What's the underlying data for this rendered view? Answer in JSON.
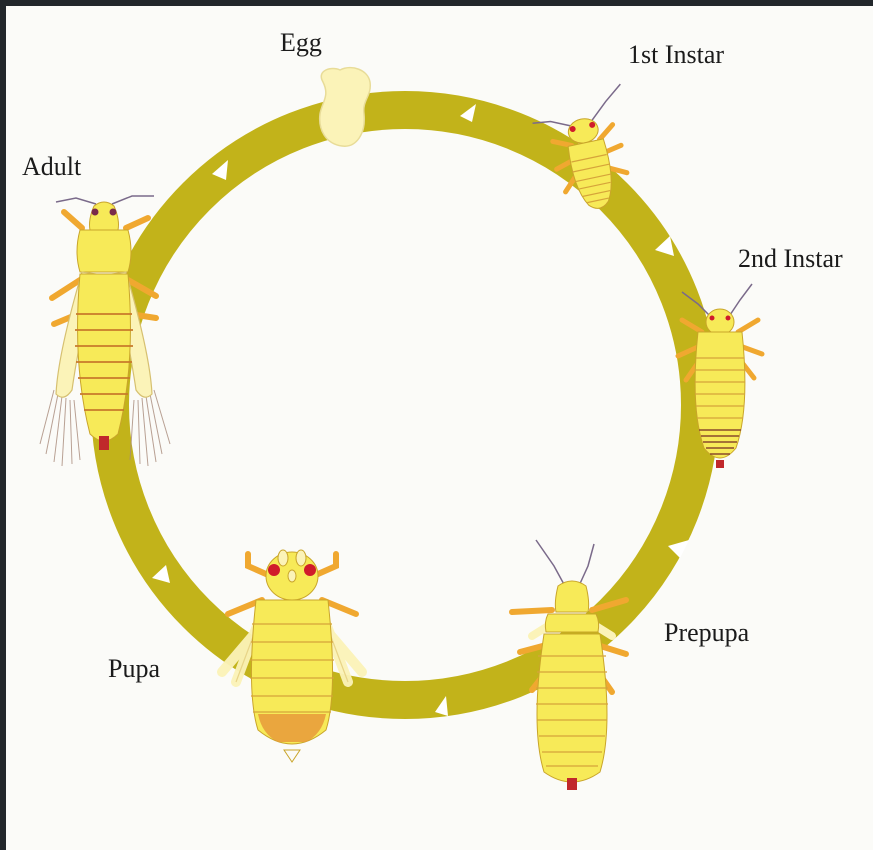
{
  "diagram": {
    "colors": {
      "frame": "#22272b",
      "background": "#fbfbf8",
      "ring": "#c2b31a",
      "arrow": "#ffffff",
      "body": "#f7ea58",
      "body_edge": "#c9a52a",
      "leg": "#f0a830",
      "eye": "#d01b2b",
      "antenna": "#7a6a8a",
      "egg": "#fbf3b8"
    },
    "stages": [
      {
        "id": "egg",
        "label": "Egg"
      },
      {
        "id": "first-instar",
        "label": "1st Instar"
      },
      {
        "id": "second-instar",
        "label": "2nd Instar"
      },
      {
        "id": "prepupa",
        "label": "Prepupa"
      },
      {
        "id": "pupa",
        "label": "Pupa"
      },
      {
        "id": "adult",
        "label": "Adult"
      }
    ]
  }
}
